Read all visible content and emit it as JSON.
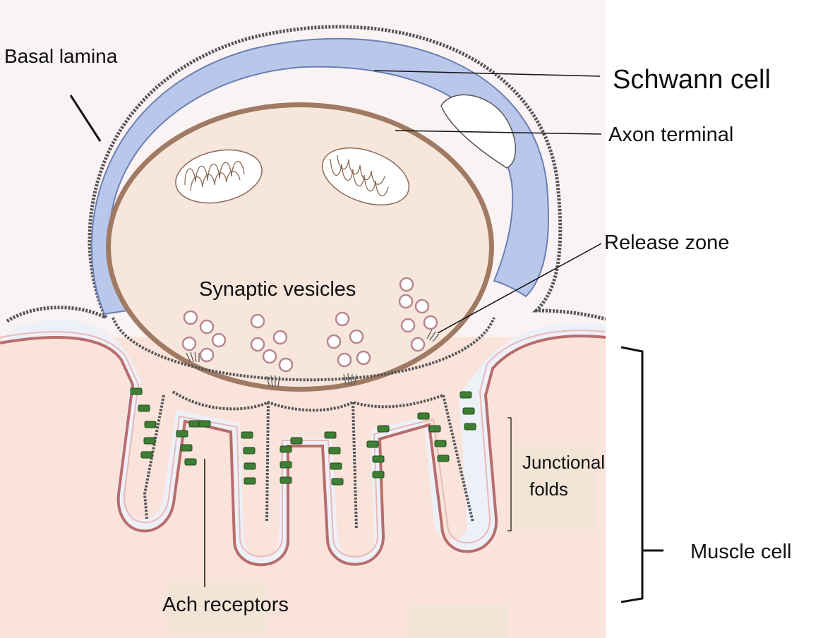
{
  "labels": {
    "basal_lamina": "Basal lamina",
    "schwann_cell": "Schwann cell",
    "axon_terminal": "Axon terminal",
    "release_zone": "Release zone",
    "synaptic_vesicles": "Synaptic vesicles",
    "junctional_folds_line1": "Junctional",
    "junctional_folds_line2": "folds",
    "muscle_cell": "Muscle cell",
    "ach_receptors": "Ach receptors"
  },
  "colors": {
    "schwann_fill": "#b9c8ea",
    "schwann_edge": "#6a7fb3",
    "axon_fill": "#f6e6dc",
    "axon_edge": "#a07a62",
    "muscle_fill": "#f9e3da",
    "membrane": "#b96c6c",
    "vesicle_edge": "#b8868e",
    "receptor": "#3f7f35",
    "tan_box": "#f3e5d6",
    "basal_lamina": "#555555"
  }
}
